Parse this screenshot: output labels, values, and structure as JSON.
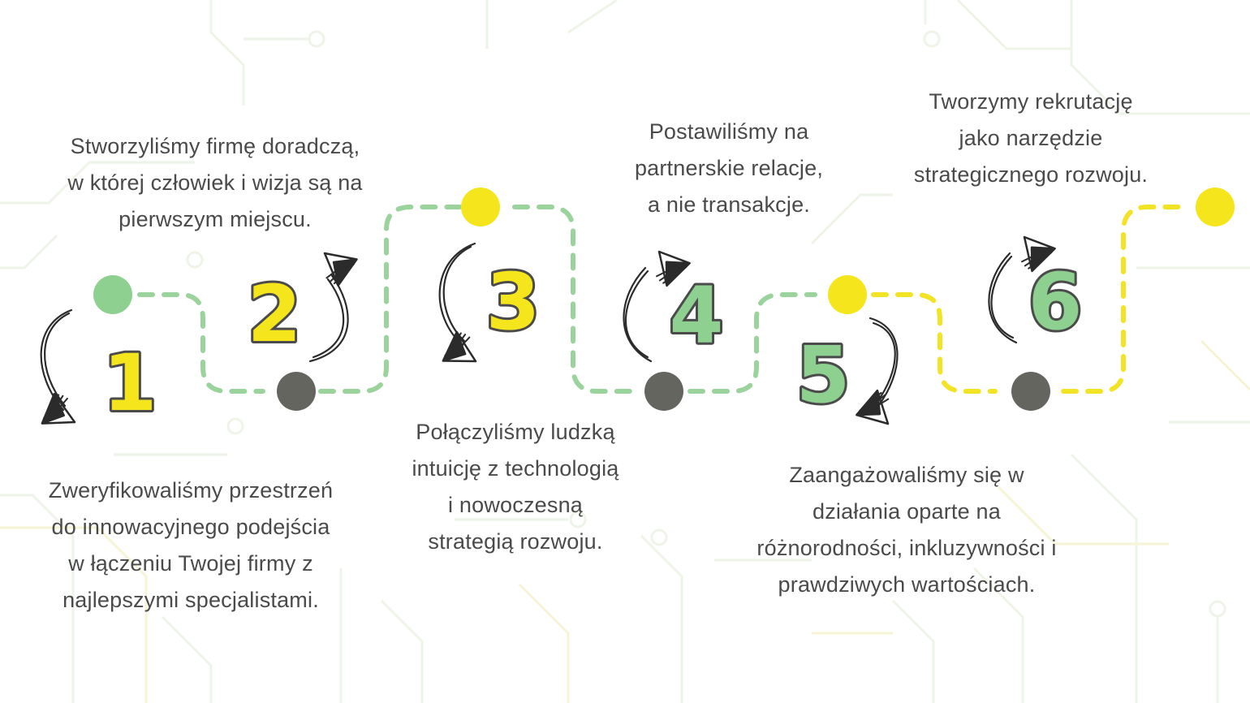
{
  "colors": {
    "green": "#8dd08f",
    "green_dash": "#9ad39b",
    "yellow": "#f5e51c",
    "yellow_dash": "#f2e325",
    "gray": "#656560",
    "text": "#4a4a4a",
    "outline": "#4b4b4b",
    "circuit": "#edf4e6"
  },
  "steps": [
    {
      "number": "1",
      "number_color": "yellow",
      "caption_lines": [
        "Zweryfikowaliśmy przestrzeń",
        "do innowacyjnego podejścia",
        "w łączeniu Twojej firmy z",
        "najlepszymi specjalistami."
      ]
    },
    {
      "number": "2",
      "number_color": "yellow",
      "caption_lines": [
        "Stworzyliśmy firmę doradczą,",
        "w której człowiek i wizja są na",
        "pierwszym miejscu."
      ]
    },
    {
      "number": "3",
      "number_color": "yellow",
      "caption_lines": [
        "Połączyliśmy ludzką",
        "intuicję z technologią",
        "i nowoczesną",
        "strategią rozwoju."
      ]
    },
    {
      "number": "4",
      "number_color": "green",
      "caption_lines": [
        "Postawiliśmy na",
        "partnerskie relacje,",
        "a nie transakcje."
      ]
    },
    {
      "number": "5",
      "number_color": "green",
      "caption_lines": [
        "Zaangażowaliśmy się w",
        "działania oparte na",
        "różnorodności, inkluzywności i",
        "prawdziwych wartościach."
      ]
    },
    {
      "number": "6",
      "number_color": "green",
      "caption_lines": [
        "Tworzymy rekrutację",
        "jako narzędzie",
        "strategicznego rozwoju."
      ]
    }
  ],
  "icons": [
    "curved-arrow-icon"
  ]
}
